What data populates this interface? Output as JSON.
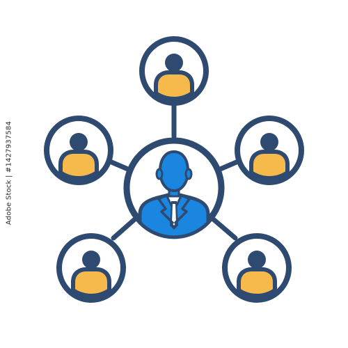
{
  "illustration": {
    "subject": "people network",
    "center_node": {
      "role": "leader",
      "icon": "businessman-icon"
    },
    "outer_nodes": [
      {
        "position": "top",
        "icon": "person-icon"
      },
      {
        "position": "upper-left",
        "icon": "person-icon"
      },
      {
        "position": "upper-right",
        "icon": "person-icon"
      },
      {
        "position": "lower-left",
        "icon": "person-icon"
      },
      {
        "position": "lower-right",
        "icon": "person-icon"
      }
    ],
    "colors": {
      "outline": "#2e4a70",
      "accent_orange": "#f6b94b",
      "accent_blue": "#1a86df",
      "shirt_white": "#ffffff",
      "background": "#ffffff"
    }
  },
  "watermark": {
    "id_text": "Adobe Stock | #1427937584"
  }
}
